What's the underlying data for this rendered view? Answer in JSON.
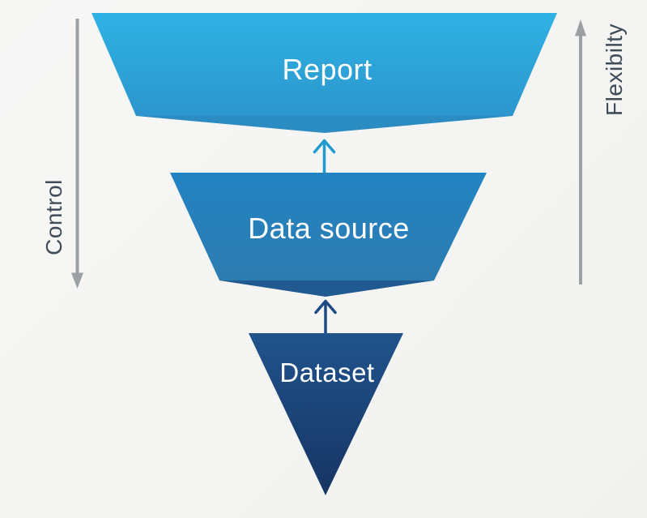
{
  "diagram": {
    "funnel": [
      {
        "id": "report",
        "label": "Report"
      },
      {
        "id": "data-source",
        "label": "Data source"
      },
      {
        "id": "dataset",
        "label": "Dataset"
      }
    ],
    "left_axis": {
      "label": "Control",
      "direction": "down"
    },
    "right_axis": {
      "label": "Flexibilty",
      "direction": "up"
    },
    "colors": {
      "report_top": "#2eb2e4",
      "report_bottom": "#2c96cd",
      "report_fold": "#2b8cc1",
      "datasource_top": "#2283c2",
      "datasource_bottom": "#2d7cb1",
      "datasource_fold": "#205a91",
      "dataset_top": "#20538c",
      "dataset_bottom": "#163463",
      "arrow_cyan": "#1f9bcd",
      "arrow_navy": "#1d4a85",
      "axis_gray": "#9ba0a4",
      "axis_text": "#3f4c59",
      "label_text": "#ffffff",
      "background": "#f5f5f3"
    }
  }
}
